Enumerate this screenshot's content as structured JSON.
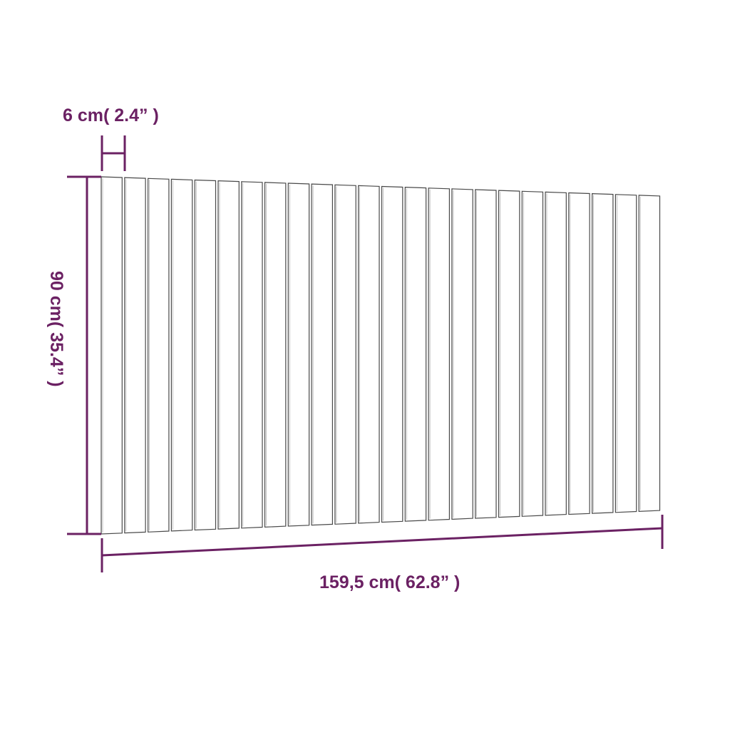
{
  "colors": {
    "dimension": "#6b2163",
    "outline": "#4a4a4a",
    "board_fill": "#ffffff",
    "background": "#ffffff"
  },
  "dimensions": {
    "slat_width": "6 cm( 2.4” )",
    "height": "90 cm( 35.4” )",
    "width": "159,5 cm( 62.8” )"
  },
  "headboard": {
    "slat_count": 24
  }
}
